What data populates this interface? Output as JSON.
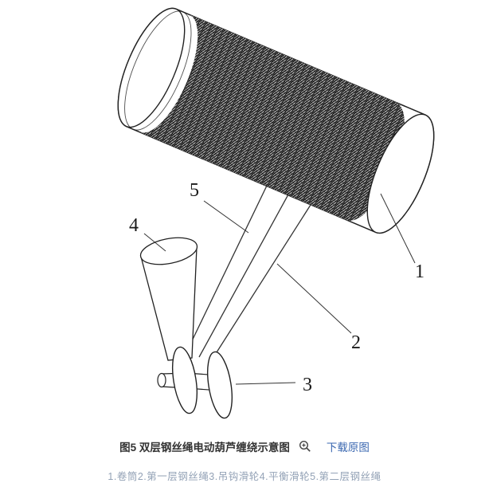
{
  "figure": {
    "caption": "图5 双层钢丝绳电动葫芦缠绕示意图",
    "download_link": "下载原图",
    "parts_list": "1.卷筒2.第一层钢丝绳3.吊钩滑轮4.平衡滑轮5.第二层钢丝绳",
    "labels": {
      "drum": "1",
      "first_layer_rope": "2",
      "hook_pulley": "3",
      "balance_pulley": "4",
      "second_layer_rope": "5"
    },
    "colors": {
      "link_blue": "#3a67b0",
      "caption_text": "#333333",
      "parts_text": "#93a2b6",
      "line": "#222222"
    }
  }
}
